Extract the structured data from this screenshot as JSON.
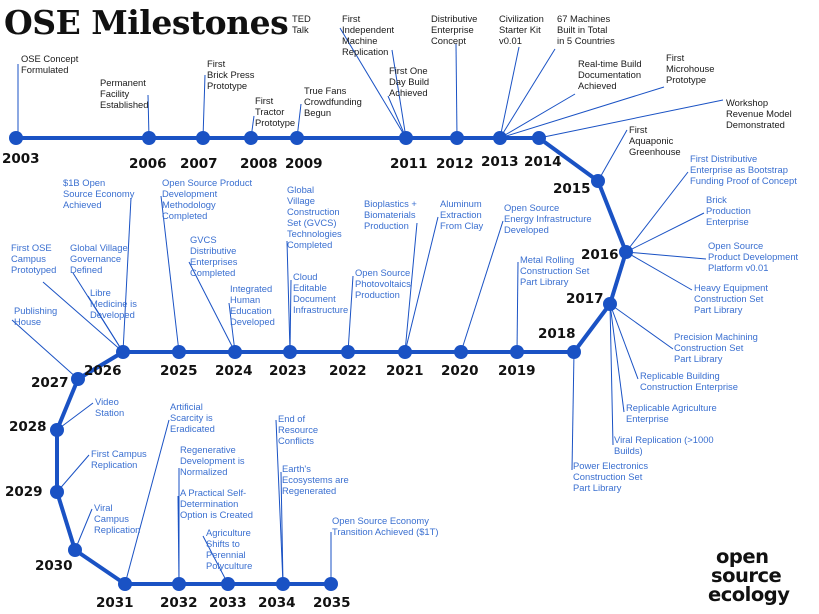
{
  "title": "OSE Milestones",
  "logo": [
    "open",
    "source",
    "ecology"
  ],
  "colors": {
    "line": "#1a52c4",
    "node": "#1a52c4",
    "future_text": "#3a6fd0",
    "past_text": "#1a1a1a",
    "connector": "#1a52c4"
  },
  "years": [
    "2003",
    "2006",
    "2007",
    "2008",
    "2009",
    "2011",
    "2012",
    "2013",
    "2014",
    "2015",
    "2016",
    "2017",
    "2018",
    "2019",
    "2020",
    "2021",
    "2022",
    "2023",
    "2024",
    "2025",
    "2026",
    "2027",
    "2028",
    "2029",
    "2030",
    "2031",
    "2032",
    "2033",
    "2034",
    "2035"
  ],
  "milestones": [
    {
      "year": "2003",
      "lines": [
        "OSE Concept",
        "Formulated"
      ],
      "status": "past"
    },
    {
      "year": "2006",
      "lines": [
        "Permanent",
        "Facility",
        "Established"
      ],
      "status": "past"
    },
    {
      "year": "2007",
      "lines": [
        "First",
        "Brick Press",
        "Prototype"
      ],
      "status": "past"
    },
    {
      "year": "2008",
      "lines": [
        "First",
        "Tractor",
        "Prototype"
      ],
      "status": "past"
    },
    {
      "year": "2009",
      "lines": [
        "True Fans",
        "Crowdfunding",
        "Begun"
      ],
      "status": "past"
    },
    {
      "year": "2011",
      "lines": [
        "TED",
        "Talk"
      ],
      "status": "past"
    },
    {
      "year": "2011",
      "lines": [
        "First",
        "Independent",
        "Machine",
        "Replication"
      ],
      "status": "past"
    },
    {
      "year": "2011",
      "lines": [
        "First One",
        "Day Build",
        "Achieved"
      ],
      "status": "past"
    },
    {
      "year": "2012",
      "lines": [
        "Distributive",
        "Enterprise",
        "Concept"
      ],
      "status": "past"
    },
    {
      "year": "2013",
      "lines": [
        "Civilization",
        "Starter Kit",
        "v0.01"
      ],
      "status": "past"
    },
    {
      "year": "2013",
      "lines": [
        "67 Machines",
        "Built in Total",
        "in 5 Countries"
      ],
      "status": "past"
    },
    {
      "year": "2013",
      "lines": [
        "Real-time Build",
        "Documentation",
        "Achieved"
      ],
      "status": "past"
    },
    {
      "year": "2013",
      "lines": [
        "First",
        "Microhouse",
        "Prototype"
      ],
      "status": "past"
    },
    {
      "year": "2014",
      "lines": [
        "Workshop",
        "Revenue Model",
        "Demonstrated"
      ],
      "status": "past"
    },
    {
      "year": "2015",
      "lines": [
        "First",
        "Aquaponic",
        "Greenhouse"
      ],
      "status": "past"
    },
    {
      "year": "2016",
      "lines": [
        "First Distributive",
        "Enterprise as Bootstrap",
        "Funding Proof of Concept"
      ],
      "status": "future"
    },
    {
      "year": "2016",
      "lines": [
        "Brick",
        "Production",
        "Enterprise"
      ],
      "status": "future"
    },
    {
      "year": "2016",
      "lines": [
        "Open Source",
        "Product Development",
        "Platform v0.01"
      ],
      "status": "future"
    },
    {
      "year": "2016",
      "lines": [
        "Heavy Equipment",
        "Construction Set",
        "Part Library"
      ],
      "status": "future"
    },
    {
      "year": "2017",
      "lines": [
        "Precision Machining",
        "Construction Set",
        "Part Library"
      ],
      "status": "future"
    },
    {
      "year": "2017",
      "lines": [
        "Replicable Building",
        "Construction Enterprise"
      ],
      "status": "future"
    },
    {
      "year": "2017",
      "lines": [
        "Replicable Agriculture",
        "Enterprise"
      ],
      "status": "future"
    },
    {
      "year": "2017",
      "lines": [
        "Viral Replication (>1000",
        "Builds)"
      ],
      "status": "future"
    },
    {
      "year": "2018",
      "lines": [
        "Power Electronics",
        "Construction Set",
        "Part Library"
      ],
      "status": "future"
    },
    {
      "year": "2019",
      "lines": [
        "Metal Rolling",
        "Construction Set",
        "Part Library"
      ],
      "status": "future"
    },
    {
      "year": "2020",
      "lines": [
        "Open Source",
        "Energy Infrastructure",
        "Developed"
      ],
      "status": "future"
    },
    {
      "year": "2021",
      "lines": [
        "Aluminum",
        "Extraction",
        "From Clay"
      ],
      "status": "future"
    },
    {
      "year": "2021",
      "lines": [
        "Bioplastics +",
        "Biomaterials",
        "Production"
      ],
      "status": "future"
    },
    {
      "year": "2022",
      "lines": [
        "Open Source",
        "Photovoltaics",
        "Production"
      ],
      "status": "future"
    },
    {
      "year": "2023",
      "lines": [
        "Global",
        "Village",
        "Construction",
        "Set  (GVCS)",
        "Technologies",
        "Completed"
      ],
      "status": "future"
    },
    {
      "year": "2023",
      "lines": [
        "Cloud",
        "Editable",
        "Document",
        "Infrastructure"
      ],
      "status": "future"
    },
    {
      "year": "2024",
      "lines": [
        "Integrated",
        "Human",
        "Education",
        "Developed"
      ],
      "status": "future"
    },
    {
      "year": "2024",
      "lines": [
        "GVCS",
        "Distributive",
        "Enterprises",
        "Completed"
      ],
      "status": "future"
    },
    {
      "year": "2025",
      "lines": [
        "Open Source Product",
        "Development",
        "Methodology",
        "Completed"
      ],
      "status": "future"
    },
    {
      "year": "2026",
      "lines": [
        "$1B Open",
        "Source Economy",
        "Achieved"
      ],
      "status": "future"
    },
    {
      "year": "2026",
      "lines": [
        "Libre",
        "Medicine is",
        "Developed"
      ],
      "status": "future"
    },
    {
      "year": "2026",
      "lines": [
        "Global Village",
        "Governance",
        "Defined"
      ],
      "status": "future"
    },
    {
      "year": "2026",
      "lines": [
        "First OSE",
        "Campus",
        "Prototyped"
      ],
      "status": "future"
    },
    {
      "year": "2027",
      "lines": [
        "Publishing",
        "House"
      ],
      "status": "future"
    },
    {
      "year": "2028",
      "lines": [
        "Video",
        "Station"
      ],
      "status": "future"
    },
    {
      "year": "2029",
      "lines": [
        "First Campus",
        "Replication"
      ],
      "status": "future"
    },
    {
      "year": "2030",
      "lines": [
        "Viral",
        "Campus",
        "Replication"
      ],
      "status": "future"
    },
    {
      "year": "2031",
      "lines": [
        "Artificial",
        "Scarcity is",
        "Eradicated"
      ],
      "status": "future"
    },
    {
      "year": "2032",
      "lines": [
        "Regenerative",
        "Development is",
        "Normalized"
      ],
      "status": "future"
    },
    {
      "year": "2032",
      "lines": [
        "A Practical Self-",
        "Determination",
        "Option is Created"
      ],
      "status": "future"
    },
    {
      "year": "2033",
      "lines": [
        "Agriculture",
        "Shifts to",
        "Perennial",
        "Polyculture"
      ],
      "status": "future"
    },
    {
      "year": "2034",
      "lines": [
        "End of",
        "Resource",
        "Conflicts"
      ],
      "status": "future"
    },
    {
      "year": "2034",
      "lines": [
        "Earth's",
        "Ecosystems are",
        "Regenerated"
      ],
      "status": "future"
    },
    {
      "year": "2035",
      "lines": [
        "Open Source Economy",
        "Transition Achieved ($1T)"
      ],
      "status": "future"
    }
  ]
}
